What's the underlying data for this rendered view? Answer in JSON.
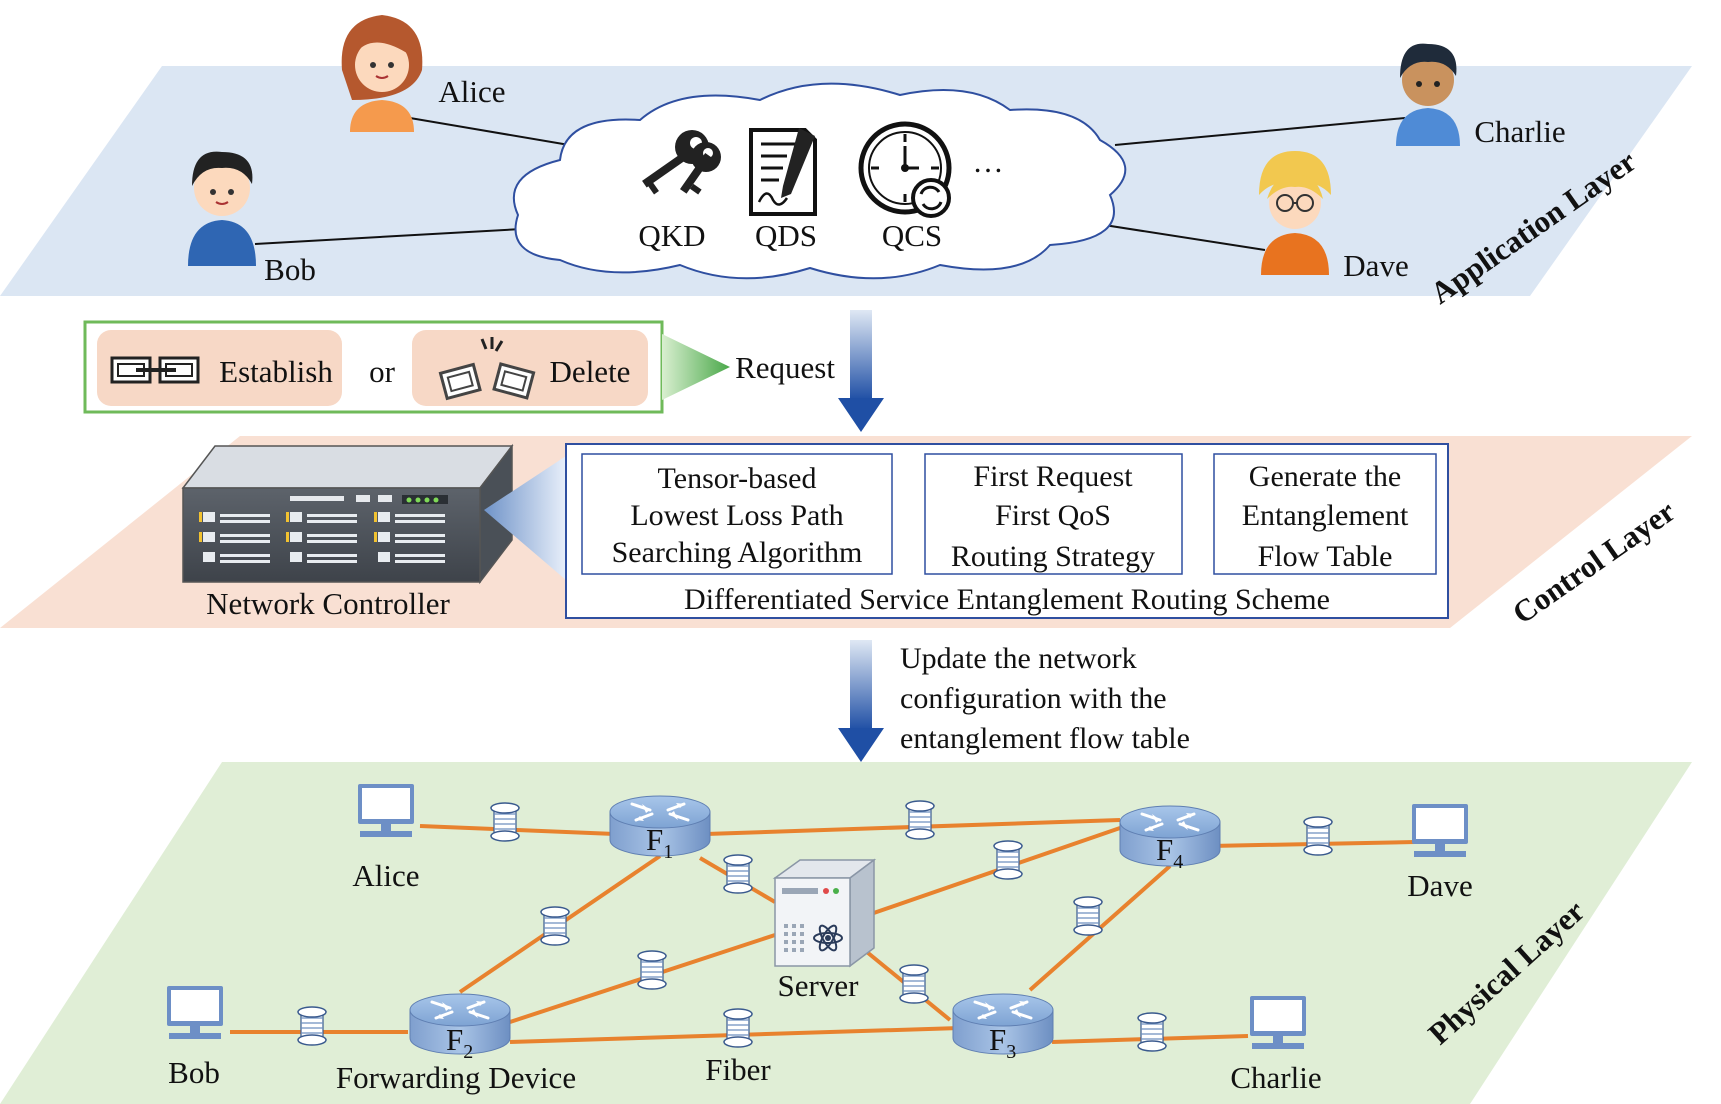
{
  "layers": {
    "application": "Application Layer",
    "control": "Control Layer",
    "physical": "Physical Layer"
  },
  "application": {
    "users": {
      "alice": "Alice",
      "bob": "Bob",
      "charlie": "Charlie",
      "dave": "Dave"
    },
    "services": [
      "QKD",
      "QDS",
      "QCS"
    ],
    "more": "…"
  },
  "request": {
    "establish": "Establish",
    "or": "or",
    "delete": "Delete",
    "request_label": "Request"
  },
  "control": {
    "controller_label": "Network Controller",
    "algorithm_lines": [
      "Tensor-based",
      "Lowest Loss Path",
      "Searching Algorithm"
    ],
    "strategy_lines": [
      "First Request",
      "First QoS",
      "Routing Strategy"
    ],
    "flowtable_lines": [
      "Generate the",
      "Entanglement",
      "Flow Table"
    ],
    "scheme": "Differentiated Service Entanglement Routing Scheme"
  },
  "update": {
    "lines": [
      "Update the network",
      "configuration with the",
      "entanglement flow table"
    ]
  },
  "physical": {
    "hosts": {
      "alice": "Alice",
      "bob": "Bob",
      "charlie": "Charlie",
      "dave": "Dave"
    },
    "routers": {
      "f1": "F",
      "f1_sub": "1",
      "f2": "F",
      "f2_sub": "2",
      "f3": "F",
      "f3_sub": "3",
      "f4": "F",
      "f4_sub": "4"
    },
    "server": "Server",
    "forwarding_device": "Forwarding Device",
    "fiber": "Fiber"
  },
  "colors": {
    "app_plane": "#dbe6f3",
    "control_plane": "#f9e0d3",
    "physical_plane": "#e0eed6",
    "fiber": "#e8822e",
    "router": "#8fb2dc",
    "arrow": "#2c5bab",
    "green_border": "#6fba5a",
    "pink_box": "#f7d8c6",
    "inner_box_border": "#2f4fa0"
  }
}
